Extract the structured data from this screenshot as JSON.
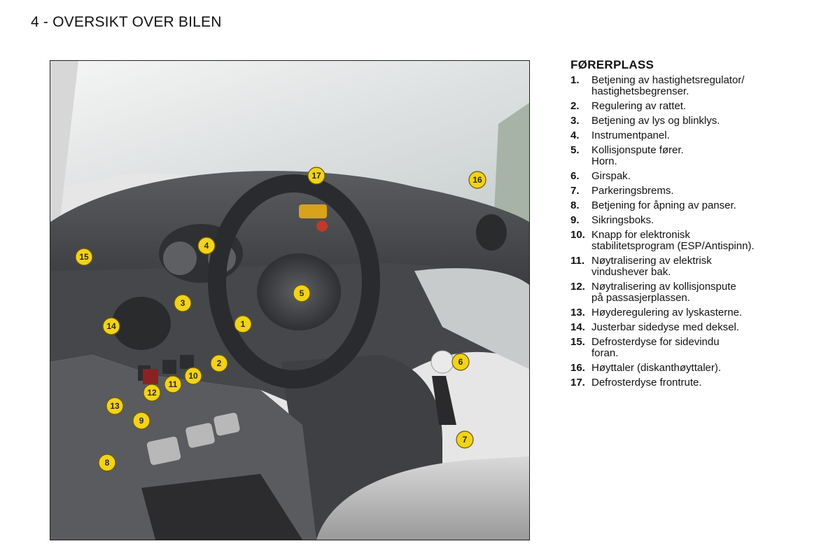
{
  "header": {
    "title": "4 - OVERSIKT OVER BILEN"
  },
  "legend": {
    "title": "FØRERPLASS",
    "items": [
      {
        "num": "1.",
        "text": "Betjening av hastighetsregulator/\nhastighetsbegrenser."
      },
      {
        "num": "2.",
        "text": "Regulering av rattet."
      },
      {
        "num": "3.",
        "text": "Betjening av lys og blinklys."
      },
      {
        "num": "4.",
        "text": "Instrumentpanel."
      },
      {
        "num": "5.",
        "text": "Kollisjonspute fører.\nHorn."
      },
      {
        "num": "6.",
        "text": "Girspak."
      },
      {
        "num": "7.",
        "text": "Parkeringsbrems."
      },
      {
        "num": "8.",
        "text": "Betjening for åpning av panser."
      },
      {
        "num": "9.",
        "text": "Sikringsboks."
      },
      {
        "num": "10.",
        "text": "Knapp for elektronisk\nstabilitetsprogram (ESP/Antispinn)."
      },
      {
        "num": "11.",
        "text": "Nøytralisering av elektrisk\nvindushever bak."
      },
      {
        "num": "12.",
        "text": "Nøytralisering av kollisjonspute\npå passasjerplassen."
      },
      {
        "num": "13.",
        "text": "Høyderegulering av lyskasterne."
      },
      {
        "num": "14.",
        "text": "Justerbar sidedyse med deksel."
      },
      {
        "num": "15.",
        "text": "Defrosterdyse for sidevindu\nforan."
      },
      {
        "num": "16.",
        "text": "Høyttaler (diskanthøyttaler)."
      },
      {
        "num": "17.",
        "text": "Defrosterdyse frontrute."
      }
    ]
  },
  "figure": {
    "callouts": [
      "1",
      "2",
      "3",
      "4",
      "5",
      "6",
      "7",
      "8",
      "9",
      "10",
      "11",
      "12",
      "13",
      "14",
      "15",
      "16",
      "17"
    ]
  },
  "colors": {
    "callout_fill": "#f2d21a",
    "dashboard": "#4a4c50"
  }
}
